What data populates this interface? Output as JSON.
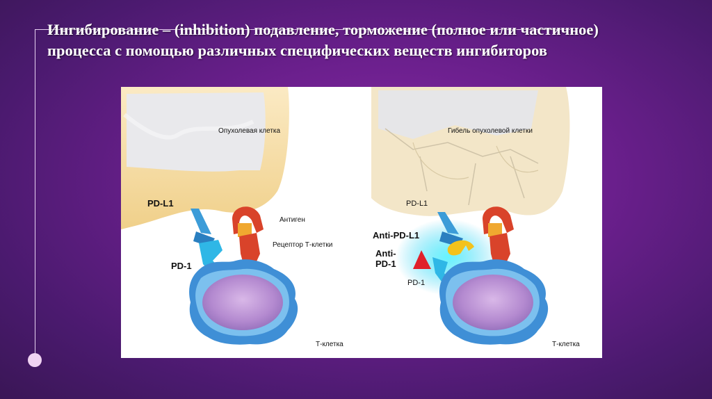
{
  "slide": {
    "title_line1": "Ингибирование – (inhibition) подавление, торможение (полное или частичное)",
    "title_line2": "процесса с помощью различных специфических веществ ингибиторов"
  },
  "left_panel": {
    "tumor_cell": "Опухолевая клетка",
    "pd_l1": "PD-L1",
    "pd_1": "PD-1",
    "antigen": "Антиген",
    "tcr": "Рецептор Т-клетки",
    "t_cell": "Т-клетка"
  },
  "right_panel": {
    "tumor_death": "Гибель опухолевой клетки",
    "pd_l1": "PD-L1",
    "anti_pd_l1": "Anti-PD-L1",
    "anti_pd_1": "Anti-PD-1",
    "pd_1": "PD-1",
    "t_cell": "Т-клетка"
  },
  "colors": {
    "background": "#6a1f8c",
    "tumor": "#f4dca4",
    "t_cell": "#3f8fd6",
    "receptor": "#d9432a",
    "pd_receptor": "#3c9cd8",
    "inhibitor_red": "#e0202a",
    "inhibitor_yellow": "#f3c21b"
  }
}
